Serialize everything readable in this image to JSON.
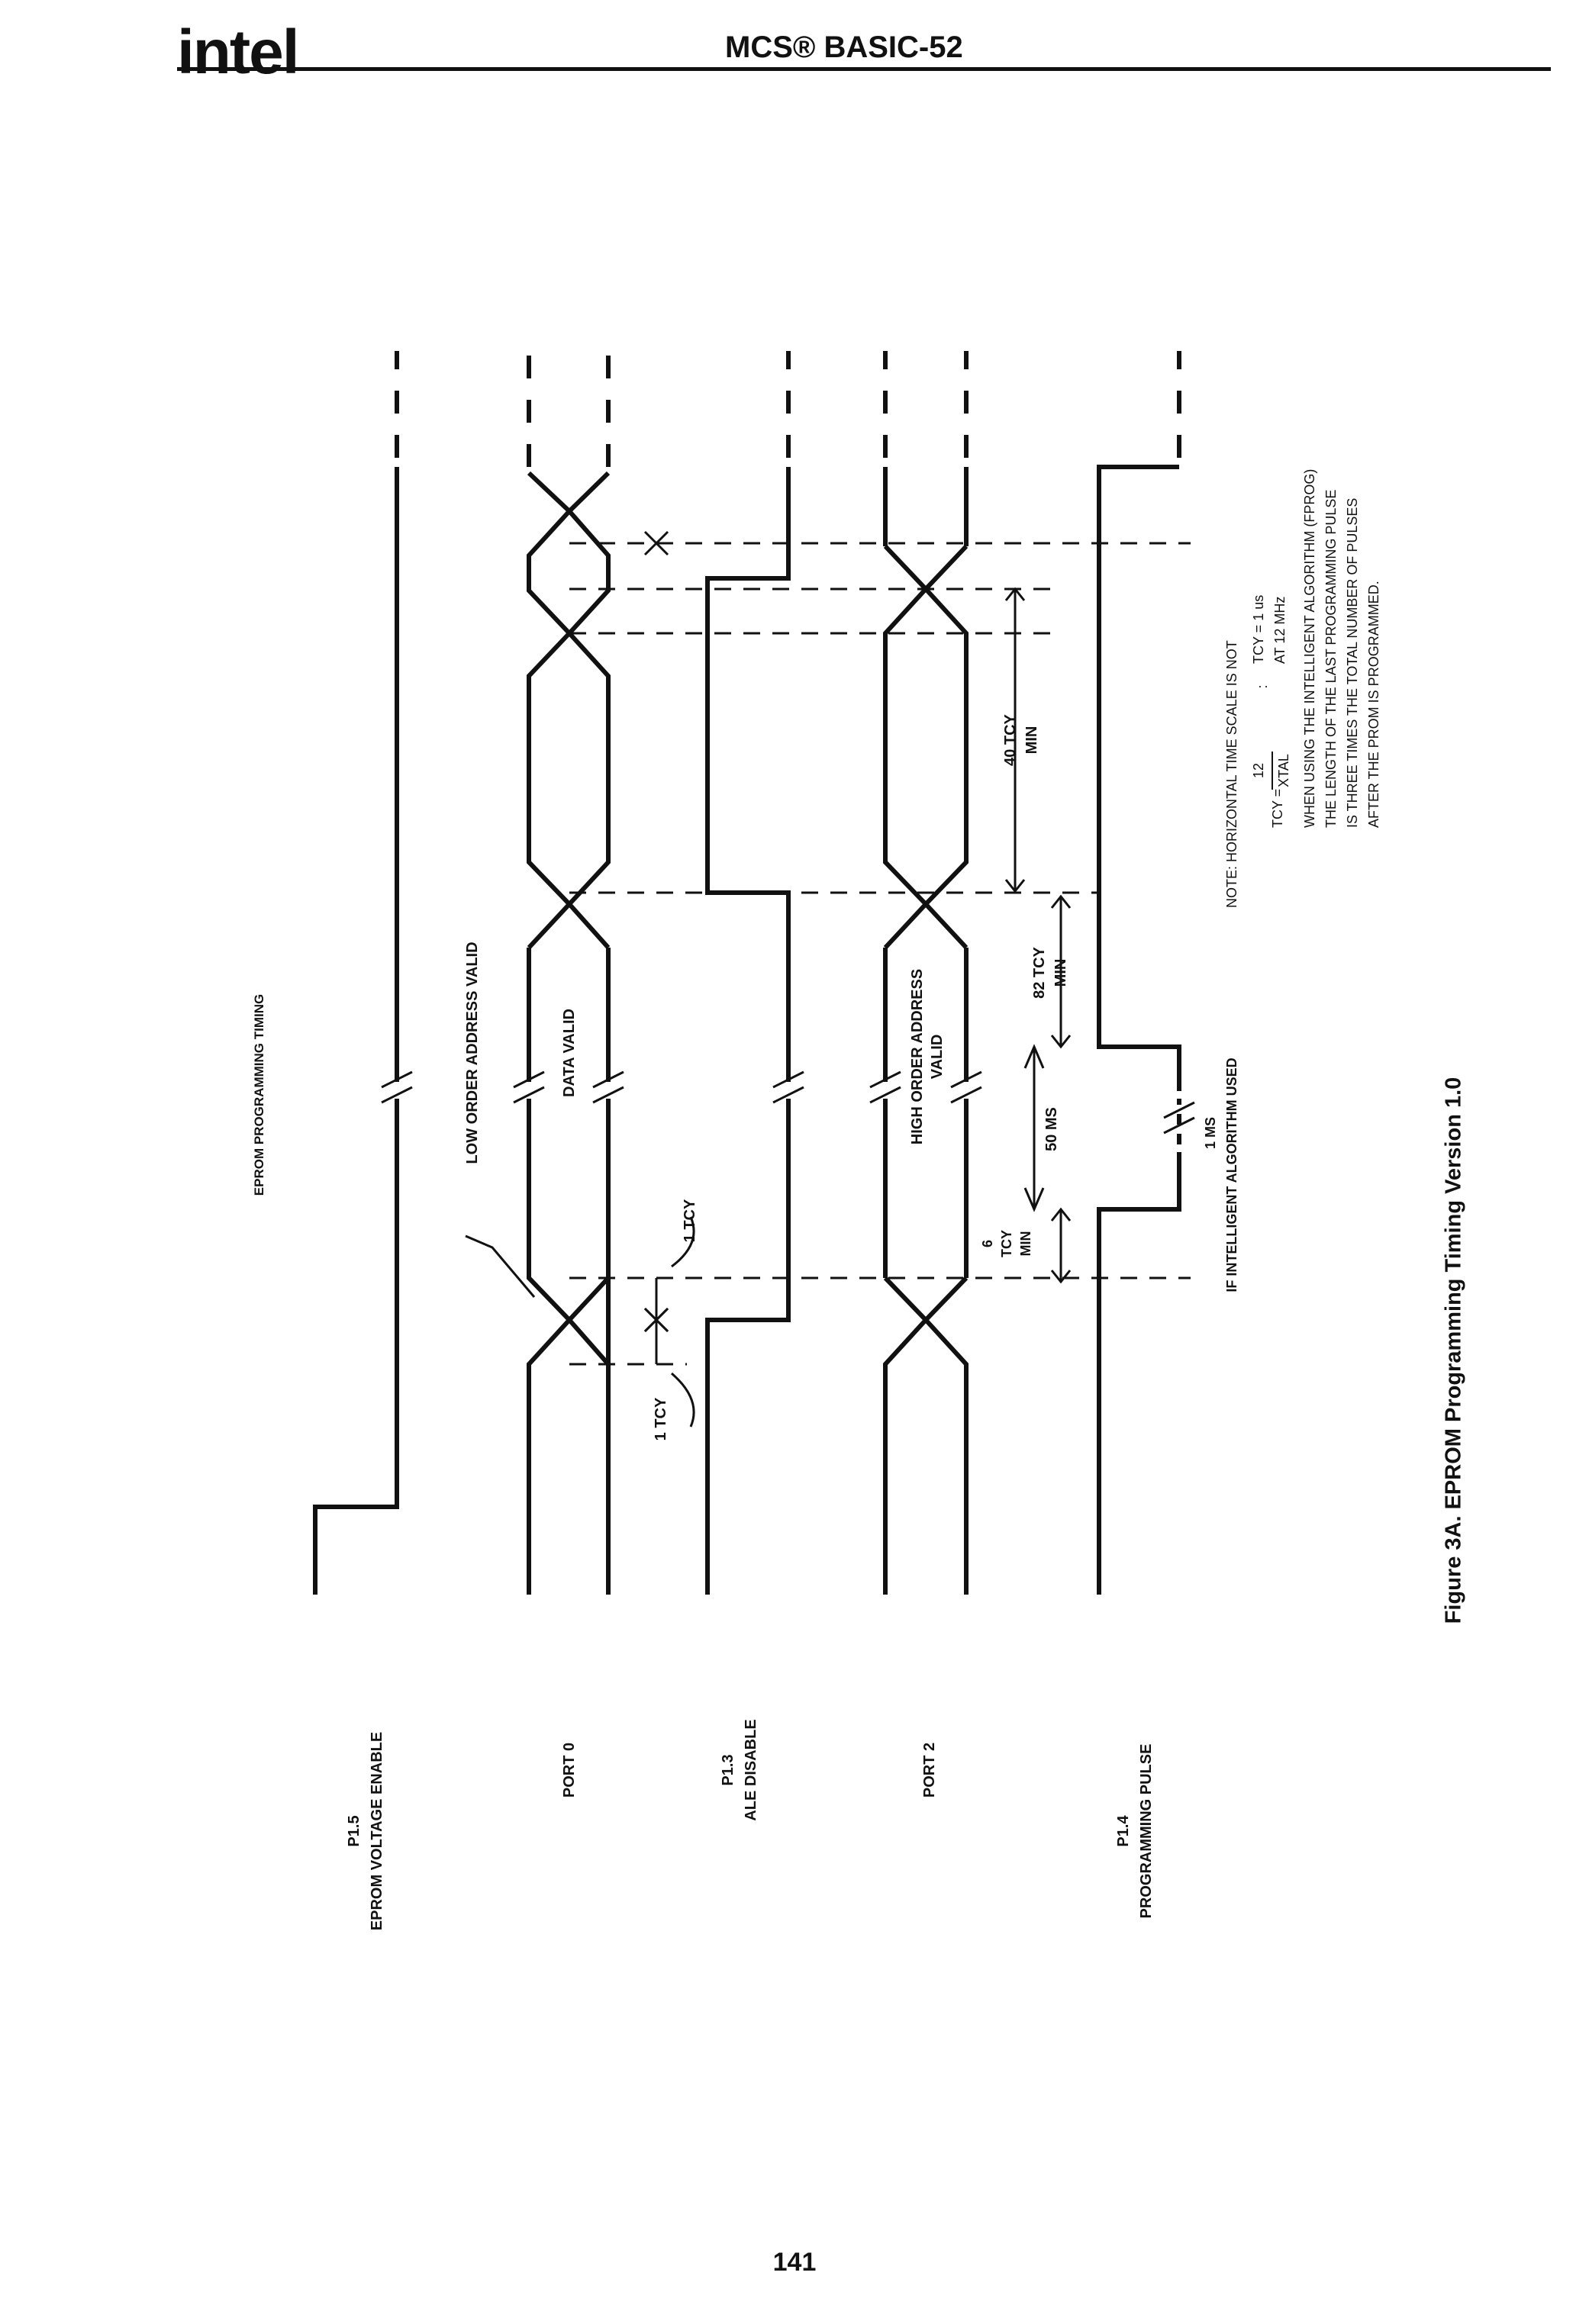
{
  "header": {
    "logo_text": "intel",
    "title": "MCS® BASIC-52"
  },
  "diagram": {
    "title": "EPROM PROGRAMMING TIMING",
    "signals": {
      "p15_name": "P1.5",
      "p15_desc": "EPROM VOLTAGE ENABLE",
      "port0": "PORT 0",
      "p13_name": "P1.3",
      "p13_desc": "ALE DISABLE",
      "port2": "PORT 2",
      "p14_name": "P1.4",
      "p14_desc": "PROGRAMMING PULSE"
    },
    "labels": {
      "low_order_address_valid": "LOW ORDER ADDRESS VALID",
      "data_valid": "DATA VALID",
      "high_order_address_line1": "HIGH ORDER ADDRESS",
      "high_order_address_line2": "VALID",
      "one_tcy_a": "1 TCY",
      "one_tcy_b": "1 TCY",
      "six_line1": "6",
      "six_line2": "TCY",
      "six_line3": "MIN",
      "fifty_ms": "50 MS",
      "eighty_two_tcy_line1": "82 TCY",
      "eighty_two_tcy_line2": "MIN",
      "forty_tcy_line1": "40 TCY",
      "forty_tcy_line2": "MIN",
      "one_ms": "1 MS",
      "if_intelligent": "IF INTELLIGENT ALGORITHM USED"
    },
    "note": {
      "line1": "NOTE:  HORIZONTAL TIME SCALE IS NOT",
      "tcy_prefix": "TCY =",
      "tcy_numerator": "12",
      "tcy_denominator": "XTAL",
      "tcy_sep": ":",
      "tcy_value": "TCY = 1 us",
      "tcy_at": "AT 12 MHz",
      "line3": "WHEN USING THE INTELLIGENT ALGORITHM (FPROG)",
      "line4": "THE LENGTH OF THE LAST PROGRAMMING PULSE",
      "line5": "IS THREE TIMES THE TOTAL NUMBER OF PULSES",
      "line6": "AFTER THE PROM IS PROGRAMMED."
    }
  },
  "caption": "Figure 3A. EPROM Programming Timing Version 1.0",
  "page_number": "141"
}
